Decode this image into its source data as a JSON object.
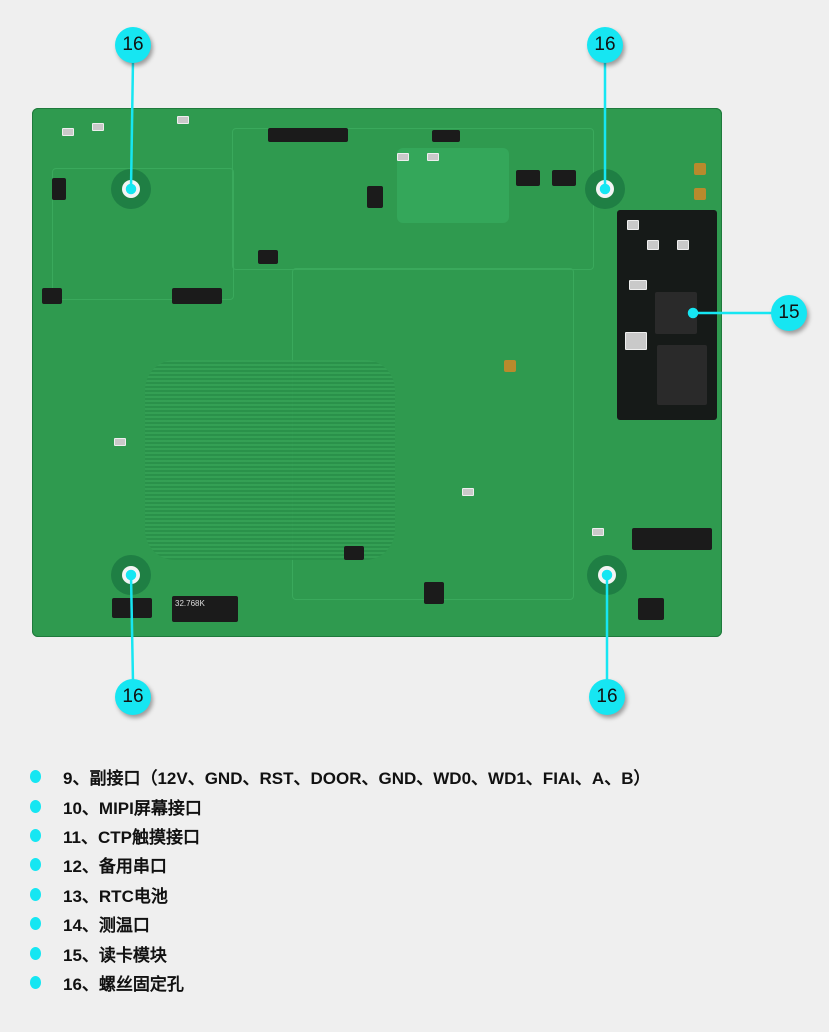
{
  "callouts": {
    "screw_top_left": "16",
    "screw_top_right": "16",
    "screw_bottom_left": "16",
    "screw_bottom_right": "16",
    "card_reader": "15"
  },
  "board_markings": {
    "crystal": "32.768K"
  },
  "legend": [
    {
      "label": "9、副接口（12V、GND、RST、DOOR、GND、WD0、WD1、FIAI、A、B）"
    },
    {
      "label": "10、MIPI屏幕接口"
    },
    {
      "label": "11、CTP触摸接口"
    },
    {
      "label": "12、备用串口"
    },
    {
      "label": "13、RTC电池"
    },
    {
      "label": "14、测温口"
    },
    {
      "label": "15、读卡模块"
    },
    {
      "label": "16、螺丝固定孔"
    }
  ],
  "colors": {
    "accent": "#16e6f2",
    "board": "#2f9a4f",
    "background": "#efefef"
  }
}
